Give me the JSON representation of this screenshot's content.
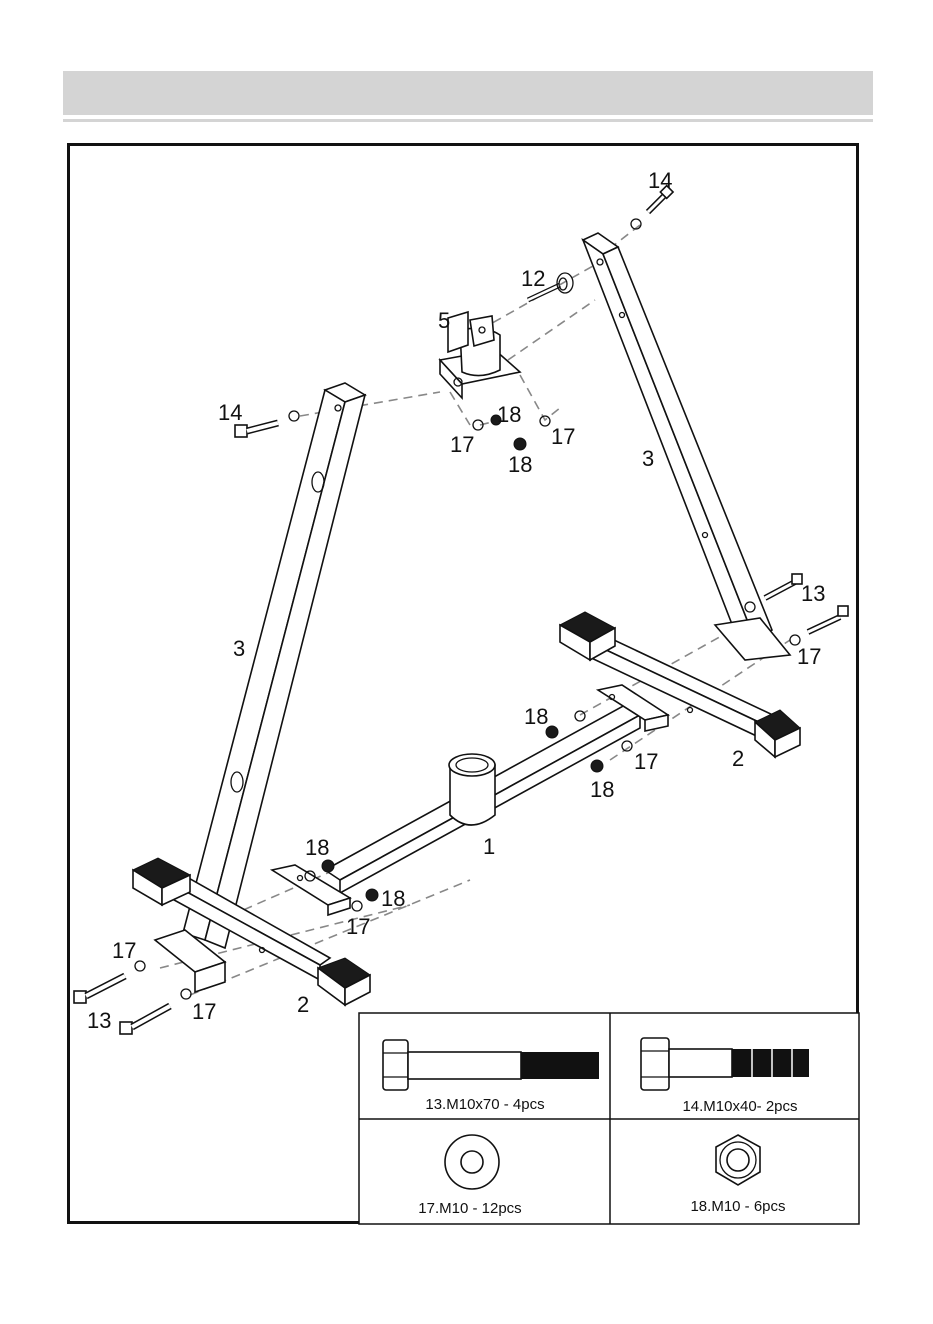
{
  "callouts": {
    "part_14_top": "14",
    "part_12": "12",
    "part_5": "5",
    "part_14_left": "14",
    "part_18_a": "18",
    "part_17_a": "17",
    "part_17_b": "17",
    "part_18_b": "18",
    "part_3_right": "3",
    "part_13_right": "13",
    "part_17_right": "17",
    "part_3_left": "3",
    "part_18_c": "18",
    "part_17_c": "17",
    "part_18_d": "18",
    "part_2_right": "2",
    "part_18_e": "18",
    "part_1": "1",
    "part_18_f": "18",
    "part_17_d": "17",
    "part_17_e": "17",
    "part_13_left": "13",
    "part_17_f": "17",
    "part_2_left": "2"
  },
  "hardware": [
    {
      "label": "13.M10x70 - 4pcs",
      "icon": "long-bolt-icon"
    },
    {
      "label": "14.M10x40- 2pcs",
      "icon": "short-bolt-icon"
    },
    {
      "label": "17.M10 - 12pcs",
      "icon": "washer-icon"
    },
    {
      "label": "18.M10 - 6pcs",
      "icon": "hex-nut-icon"
    }
  ]
}
